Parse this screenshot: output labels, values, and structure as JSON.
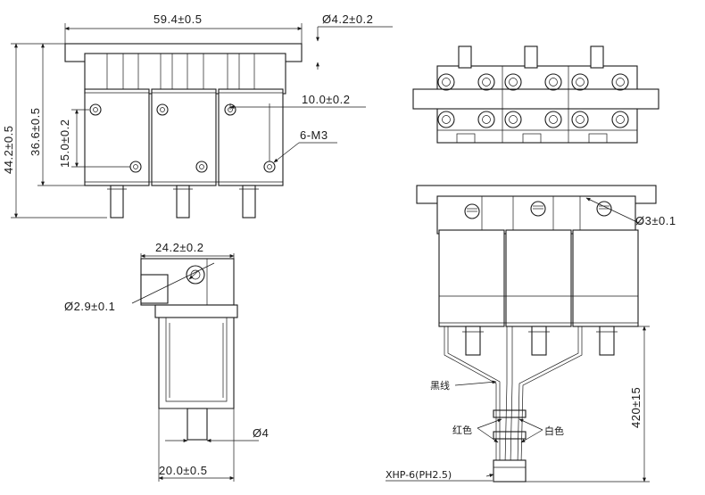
{
  "front_view": {
    "width_dim": "59.4±0.5",
    "hole_dim": "Ø4.2±0.2",
    "total_height_dim": "44.2±0.5",
    "body_height_dim": "36.6±0.5",
    "hole_vertical_dim": "15.0±0.2",
    "hole_horizontal_dim": "10.0±0.2",
    "thread_callout": "6-M3"
  },
  "side_view": {
    "width_dim": "24.2±0.2",
    "hole_dim": "Ø2.9±0.1",
    "plunger_dim": "Ø4",
    "base_width_dim": "20.0±0.5"
  },
  "harness_view": {
    "screw_dim": "Ø3±0.1",
    "black_wire_label": "黑线",
    "red_wire_label": "红色",
    "white_wire_label": "白色",
    "lead_length_dim": "420±15",
    "connector_label": "XHP-6(PH2.5)"
  }
}
